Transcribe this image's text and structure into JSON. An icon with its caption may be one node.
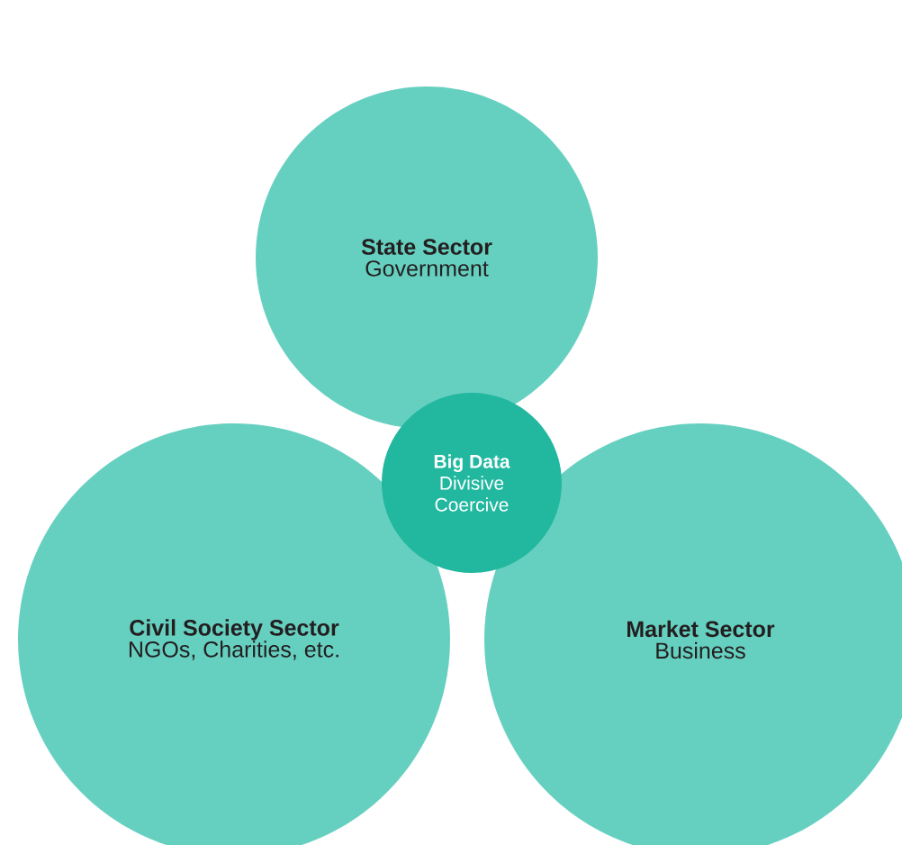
{
  "diagram": {
    "nodes": [
      {
        "text": [
          "State Sector",
          "Government"
        ]
      },
      {
        "text": [
          "Big Data",
          "Divisive",
          "Coercive"
        ]
      },
      {
        "text": [
          "Civil Society Sector",
          "NGOs, Charities, etc."
        ]
      },
      {
        "text": [
          "Market Sector",
          "Business"
        ]
      }
    ]
  }
}
